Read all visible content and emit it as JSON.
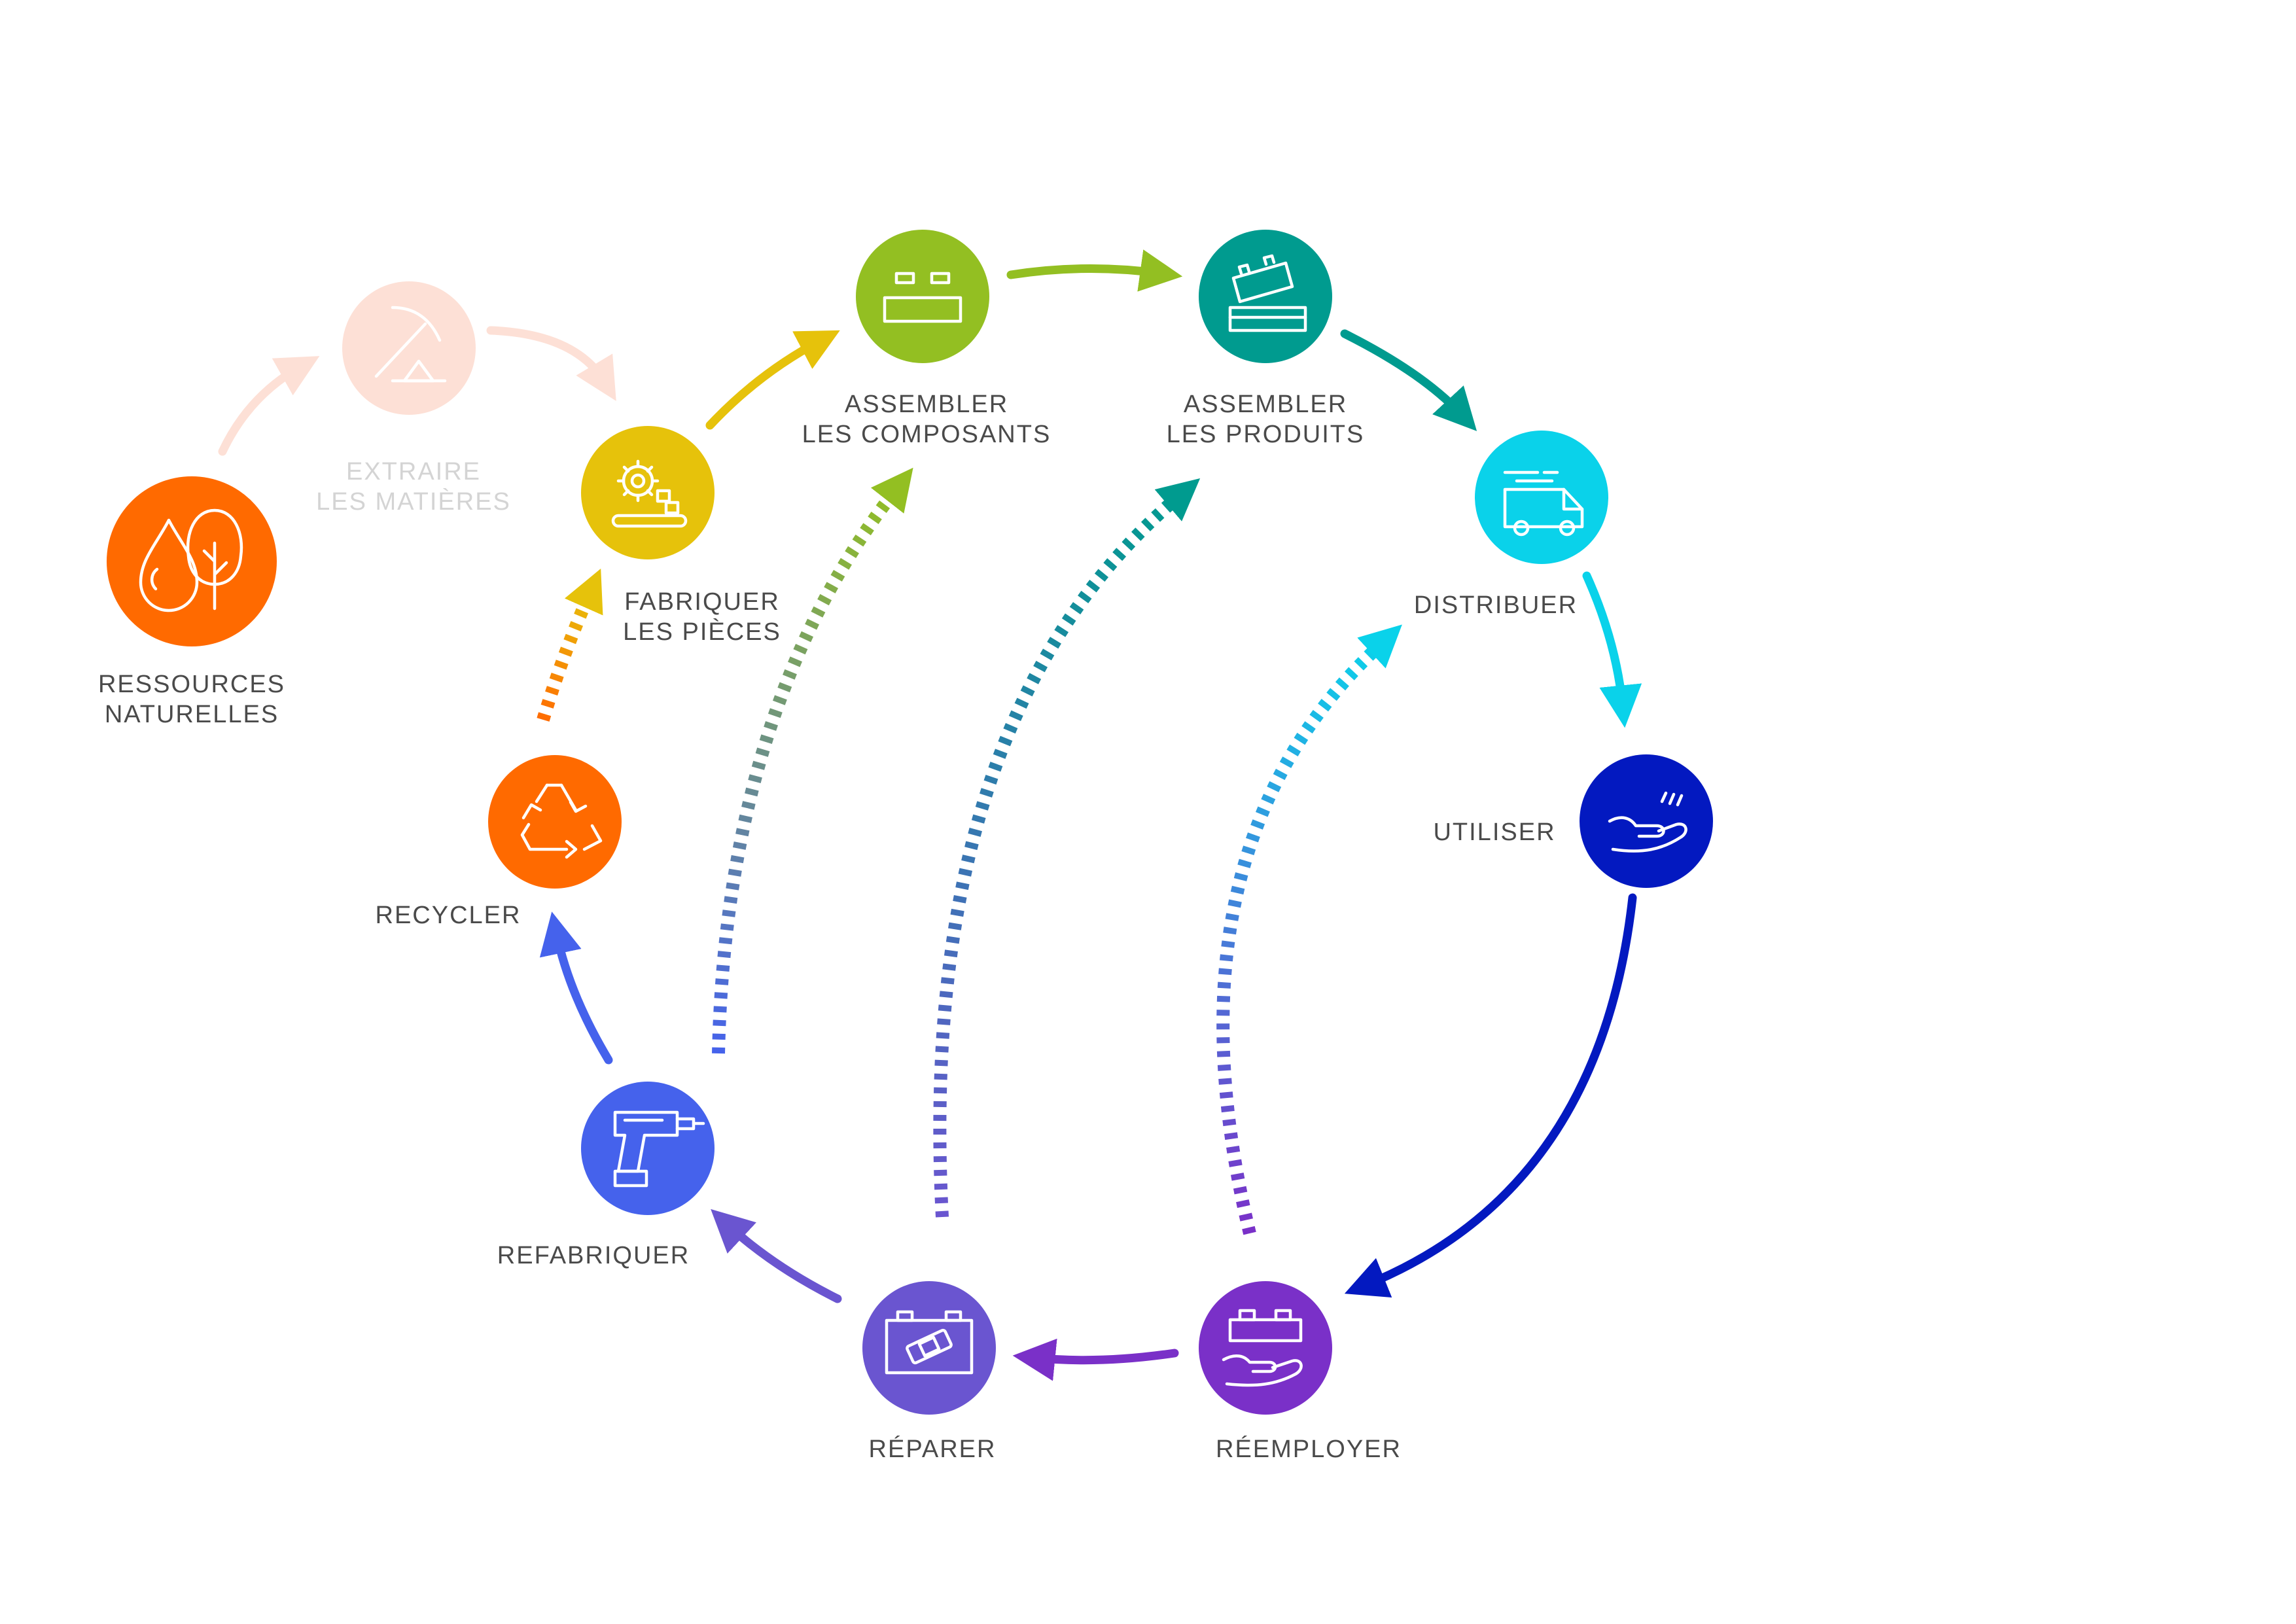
{
  "colors": {
    "ressources": "#ff6a00",
    "extraire": "#fde0d6",
    "fabriquer": "#e6c20b",
    "composants": "#93bf22",
    "produits": "#009b8f",
    "distribuer": "#0ad2ea",
    "utiliser": "#0319c0",
    "reemployer": "#7a30c8",
    "reparer": "#6a55d0",
    "refabriquer": "#4562ec",
    "recycler": "#ff6a00"
  },
  "nodes": {
    "ressources": {
      "label1": "RESSOURCES",
      "label2": "NATURELLES",
      "icon": "drop-tree-icon"
    },
    "extraire": {
      "label1": "EXTRAIRE",
      "label2": "LES MATIÈRES",
      "icon": "pickaxe-icon"
    },
    "fabriquer": {
      "label1": "FABRIQUER",
      "label2": "LES PIÈCES",
      "icon": "gear-conveyor-icon"
    },
    "composants": {
      "label1": "ASSEMBLER",
      "label2": "LES COMPOSANTS",
      "icon": "component-block-icon"
    },
    "produits": {
      "label1": "ASSEMBLER",
      "label2": "LES PRODUITS",
      "icon": "stacked-blocks-icon"
    },
    "distribuer": {
      "label1": "DISTRIBUER",
      "icon": "delivery-van-icon"
    },
    "utiliser": {
      "label1": "UTILISER",
      "icon": "hand-use-icon"
    },
    "reemployer": {
      "label1": "RÉEMPLOYER",
      "icon": "hand-block-icon"
    },
    "reparer": {
      "label1": "RÉPARER",
      "icon": "bandage-battery-icon"
    },
    "refabriquer": {
      "label1": "REFABRIQUER",
      "icon": "drill-icon"
    },
    "recycler": {
      "label1": "RECYCLER",
      "icon": "recycle-icon"
    }
  }
}
